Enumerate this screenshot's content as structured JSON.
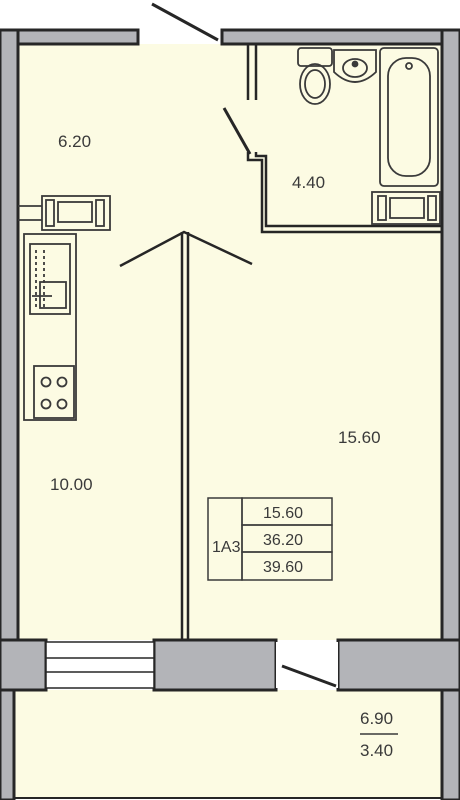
{
  "rooms": {
    "hall": {
      "area": "6.20"
    },
    "bathroom": {
      "area": "4.40"
    },
    "living": {
      "area": "15.60"
    },
    "kitchen": {
      "area": "10.00"
    },
    "balcony": {
      "area": "6.90",
      "area_reduced": "3.40"
    }
  },
  "unit_card": {
    "code": "1А3",
    "living_area": "15.60",
    "total_area": "36.20",
    "total_with_balcony": "39.60"
  },
  "colors": {
    "floor": "#fcfbe3",
    "wall": "#b3b4b8",
    "wall_outline": "#262626",
    "fixture": "#3a3a3a",
    "balcony_floor": "#fcfbe3"
  }
}
